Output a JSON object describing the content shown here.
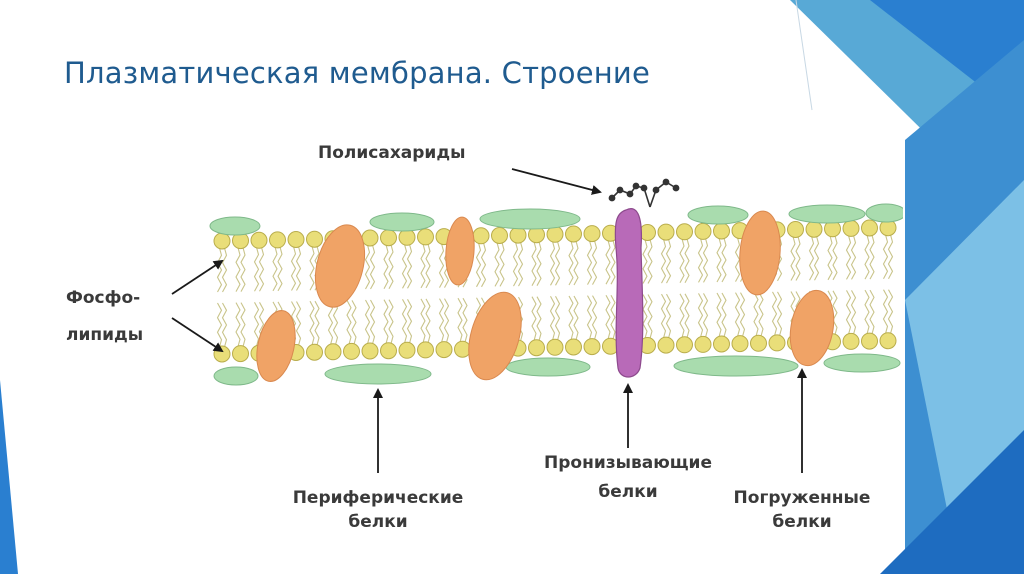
{
  "slide": {
    "title": "Плазматическая мембрана. Строение"
  },
  "colors": {
    "title": "#1f5b8f",
    "peripheral_protein": "#a9dcae",
    "embedded_protein": "#f0a366",
    "transmembrane_protein": "#b86ab8",
    "phospholipid_head": "#e9de79",
    "phospholipid_tail": "#c9c48a",
    "accent_blue": "#2a7fd0"
  },
  "diagram": {
    "labels": {
      "polysaccharides": "Полисахариды",
      "phospholipids_line1": "Фосфо-",
      "phospholipids_line2": "липиды",
      "peripheral_line1": "Периферические",
      "peripheral_line2": "белки",
      "transmembrane_line1": "Пронизывающие",
      "transmembrane_line2": "белки",
      "embedded_line1": "Погруженные",
      "embedded_line2": "белки"
    }
  }
}
